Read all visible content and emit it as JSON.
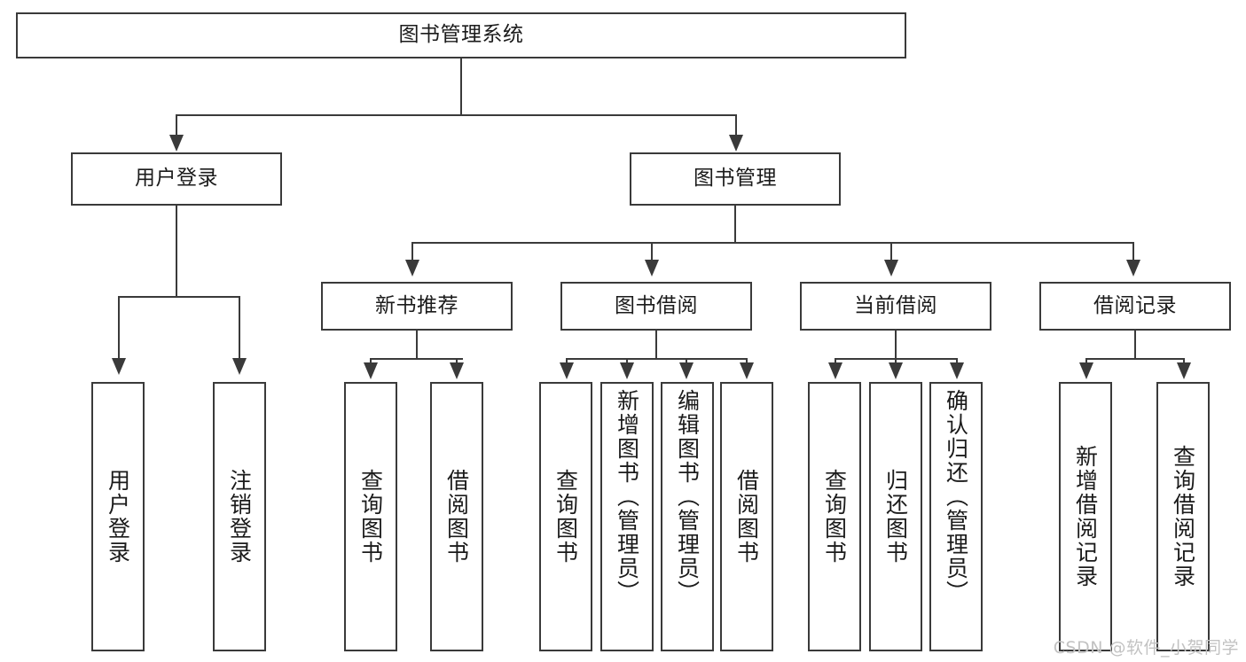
{
  "diagram": {
    "title": "图书管理系统",
    "watermark": "CSDN @软件_小贺同学",
    "colors": {
      "stroke": "#3a3a3a",
      "fill": "#ffffff",
      "text": "#1b1b1b",
      "watermark": "#c2c2c2"
    },
    "levels": {
      "root": {
        "label": "图书管理系统"
      },
      "level2": [
        {
          "label": "用户登录"
        },
        {
          "label": "图书管理"
        }
      ],
      "level3": [
        {
          "label": "新书推荐"
        },
        {
          "label": "图书借阅"
        },
        {
          "label": "当前借阅"
        },
        {
          "label": "借阅记录"
        }
      ],
      "leaves_user_login": [
        {
          "label": "用户登录"
        },
        {
          "label": "注销登录"
        }
      ],
      "leaves_new_books": [
        {
          "label": "查询图书"
        },
        {
          "label": "借阅图书"
        }
      ],
      "leaves_borrow": [
        {
          "label": "查询图书"
        },
        {
          "label": "新增图书（管理员）"
        },
        {
          "label": "编辑图书（管理员）"
        },
        {
          "label": "借阅图书"
        }
      ],
      "leaves_current": [
        {
          "label": "查询图书"
        },
        {
          "label": "归还图书"
        },
        {
          "label": "确认归还（管理员）"
        }
      ],
      "leaves_records": [
        {
          "label": "新增借阅记录"
        },
        {
          "label": "查询借阅记录"
        }
      ]
    }
  }
}
